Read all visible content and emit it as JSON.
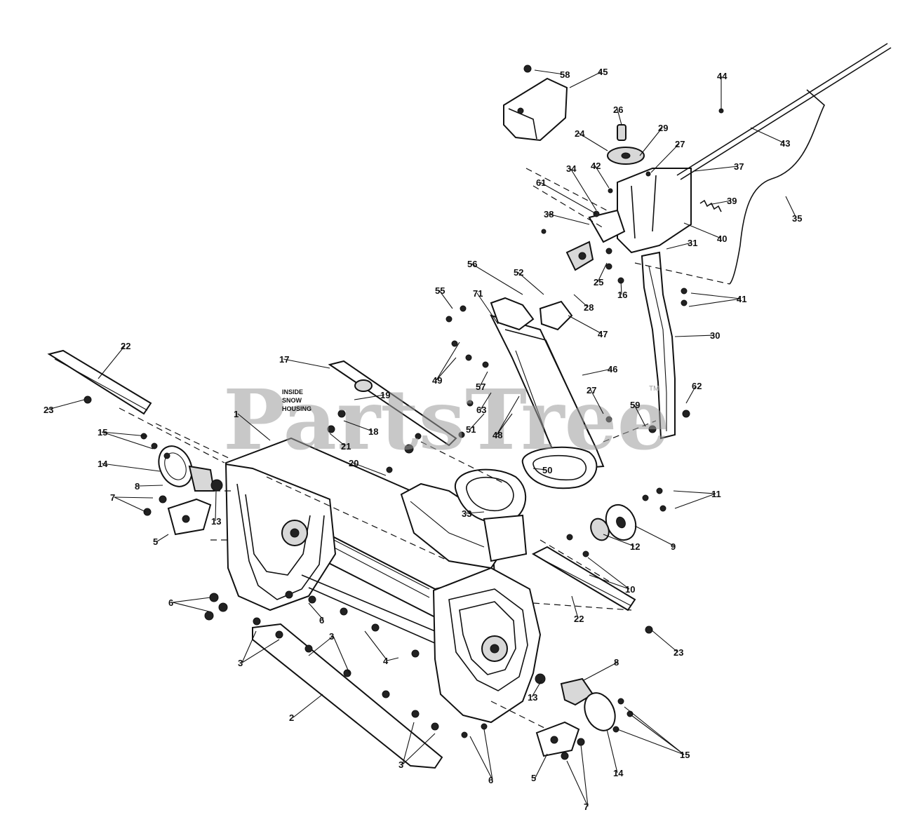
{
  "diagram": {
    "watermark": "PartsTree",
    "watermark_mark": "TM",
    "note": [
      "INSIDE",
      "SNOW",
      "HOUSING"
    ],
    "callouts": [
      "58",
      "45",
      "44",
      "26",
      "24",
      "29",
      "27",
      "43",
      "37",
      "42",
      "34",
      "61",
      "39",
      "35",
      "38",
      "40",
      "31",
      "25",
      "28",
      "16",
      "41",
      "56",
      "52",
      "55",
      "71",
      "47",
      "30",
      "46",
      "49",
      "57",
      "63",
      "51",
      "48",
      "17",
      "19",
      "22",
      "18",
      "21",
      "20",
      "23",
      "27",
      "59",
      "62",
      "1",
      "15",
      "14",
      "8",
      "13",
      "7",
      "5",
      "50",
      "33",
      "11",
      "12",
      "9",
      "10",
      "6",
      "6",
      "22",
      "23",
      "3",
      "4",
      "3",
      "2",
      "3",
      "8",
      "13",
      "14",
      "6",
      "5",
      "7",
      "15"
    ]
  }
}
